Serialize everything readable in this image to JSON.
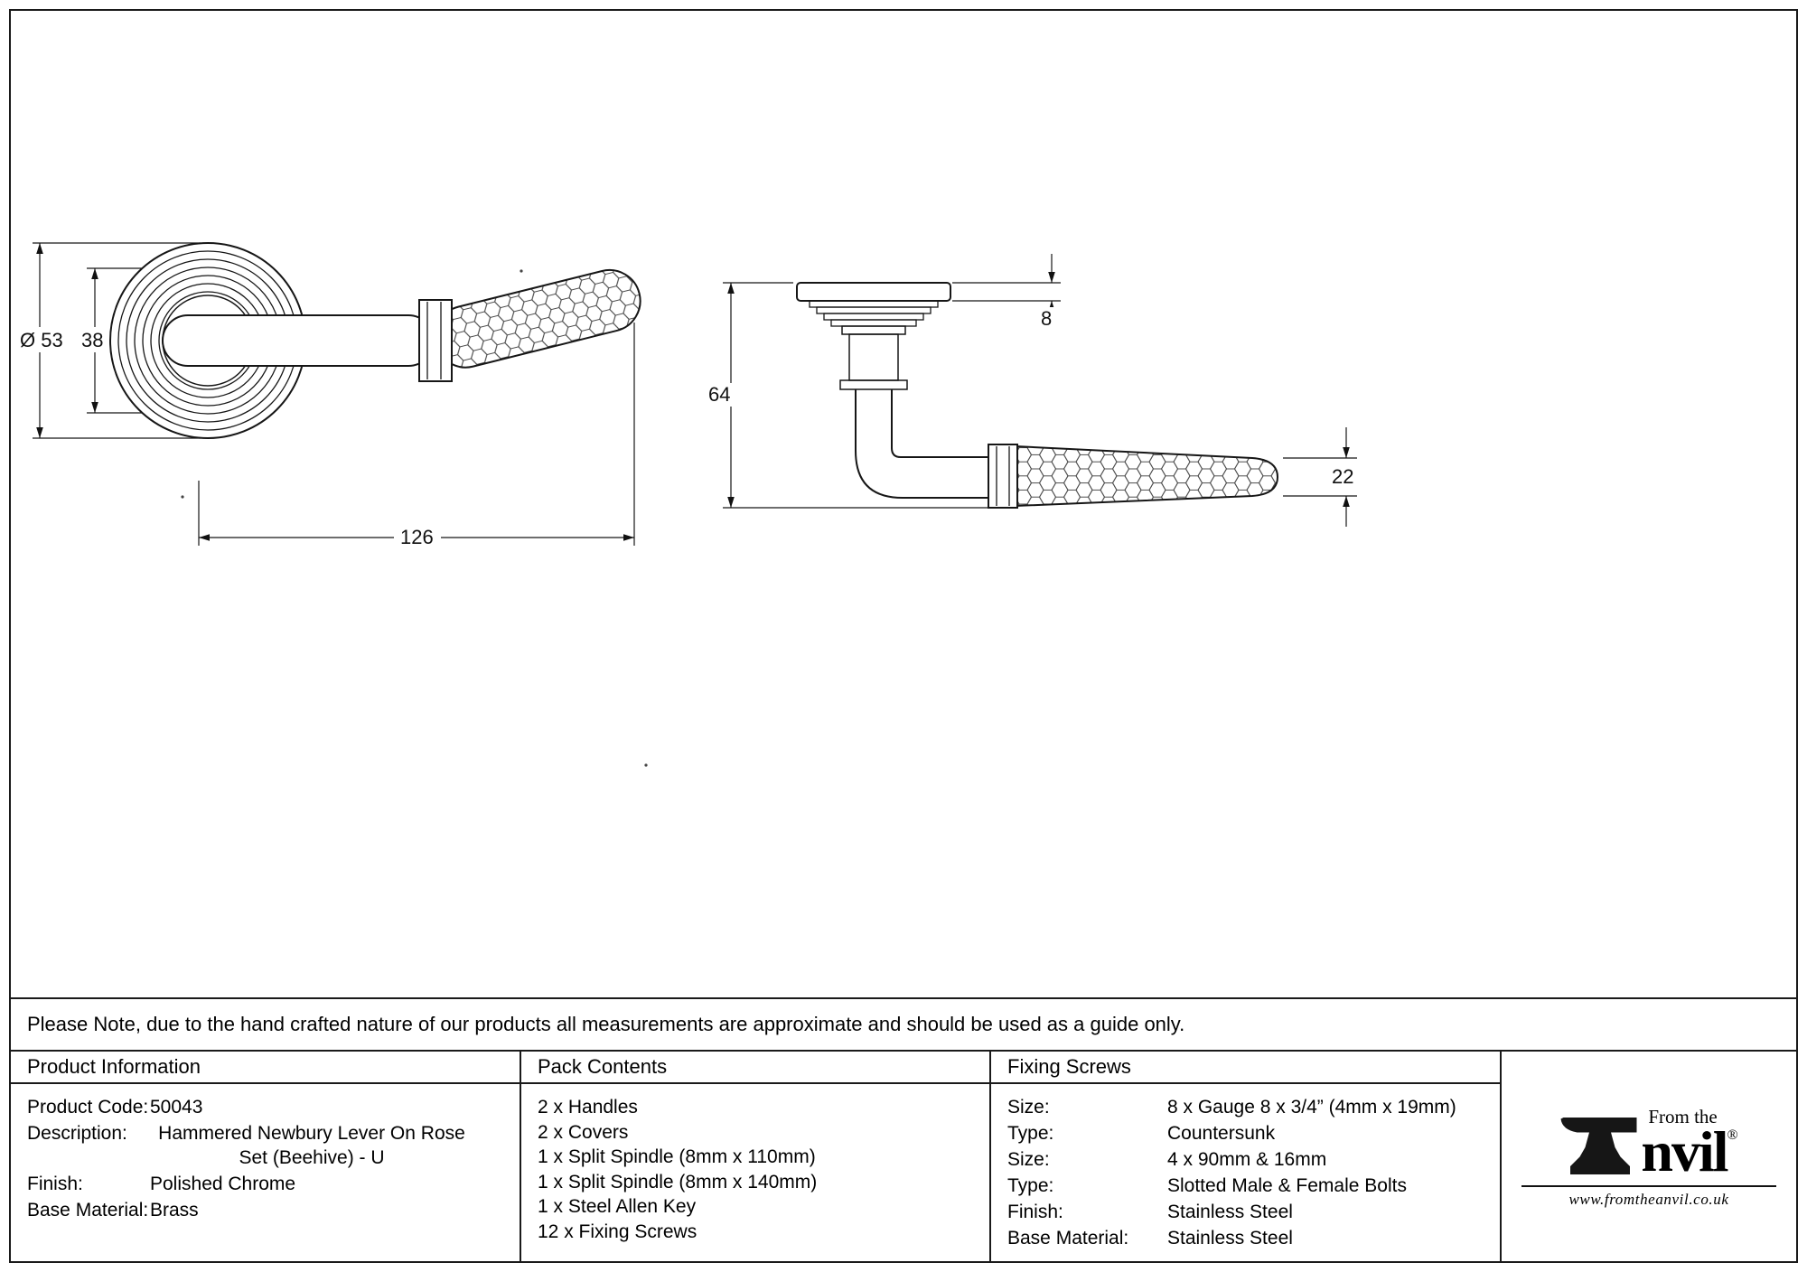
{
  "drawing": {
    "front_view": {
      "diameter": "Ø 53",
      "rose_inner": "38",
      "length": "126"
    },
    "side_view": {
      "rose_depth": "8",
      "projection": "64",
      "lever_diameter": "22"
    }
  },
  "note": "Please Note, due to the hand crafted nature of our products all measurements are approximate and should be used as a guide only.",
  "product_information": {
    "header": "Product Information",
    "rows": [
      {
        "label": "Product Code:",
        "value": "50043"
      },
      {
        "label": "Description:",
        "value": "Hammered Newbury Lever On Rose Set (Beehive) - U"
      },
      {
        "label": "Finish:",
        "value": "Polished Chrome"
      },
      {
        "label": "Base Material:",
        "value": "Brass"
      }
    ]
  },
  "pack_contents": {
    "header": "Pack Contents",
    "items": [
      "2 x Handles",
      "2 x Covers",
      "1 x Split Spindle (8mm x 110mm)",
      "1 x Split Spindle (8mm x 140mm)",
      "1 x Steel Allen Key",
      "12 x Fixing Screws"
    ]
  },
  "fixing_screws": {
    "header": "Fixing Screws",
    "rows": [
      {
        "label": "Size:",
        "value": "8 x Gauge 8 x 3/4” (4mm x 19mm)"
      },
      {
        "label": "Type:",
        "value": "Countersunk"
      },
      {
        "label": "Size:",
        "value": "4 x 90mm & 16mm"
      },
      {
        "label": "Type:",
        "value": "Slotted Male & Female Bolts"
      },
      {
        "label": "Finish:",
        "value": "Stainless Steel"
      },
      {
        "label": "Base Material:",
        "value": "Stainless Steel"
      }
    ]
  },
  "brand": {
    "tagline": "From the",
    "name_suffix": "nvil",
    "registered": "®",
    "website": "www.fromtheanvil.co.uk"
  }
}
